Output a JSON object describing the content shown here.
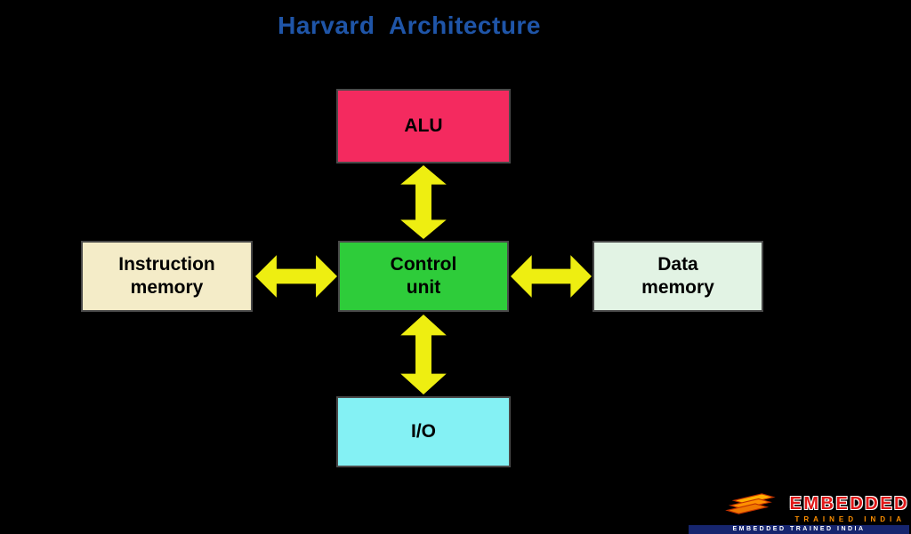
{
  "title": "Harvard  Architecture",
  "colors": {
    "background": "#000000",
    "title": "#1f55a8",
    "arrow": "#eeee11",
    "alu_fill": "#f42a5f",
    "control_fill": "#2ecc3a",
    "instruction_fill": "#f4ecc8",
    "data_fill": "#e2f3e4",
    "io_fill": "#84f1f4",
    "block_text": "#000000",
    "logo_red": "#e01818",
    "logo_orange": "#ff9000",
    "logo_navy": "#16256e"
  },
  "blocks": {
    "alu": {
      "label": "ALU"
    },
    "control": {
      "label": "Control\nunit"
    },
    "instruction": {
      "label": "Instruction\nmemory"
    },
    "data": {
      "label": "Data\nmemory"
    },
    "io": {
      "label": "I/O"
    }
  },
  "connections": [
    {
      "from": "ALU",
      "to": "Control unit",
      "type": "bidirectional"
    },
    {
      "from": "Instruction memory",
      "to": "Control unit",
      "type": "bidirectional"
    },
    {
      "from": "Control unit",
      "to": "Data memory",
      "type": "bidirectional"
    },
    {
      "from": "Control unit",
      "to": "I/O",
      "type": "bidirectional"
    }
  ],
  "logo": {
    "title": "EMBEDDED",
    "subtitle": "TRAINED INDIA",
    "tagline": "EMBEDDED TRAINED INDIA"
  }
}
